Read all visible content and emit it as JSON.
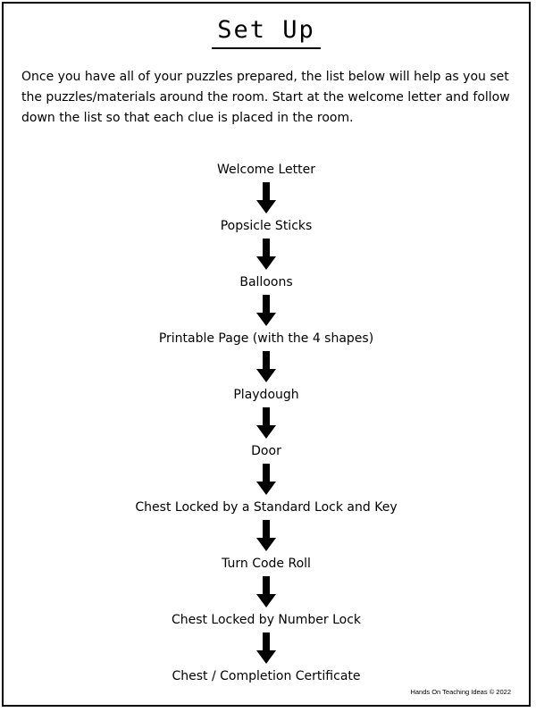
{
  "title": "Set Up",
  "intro": "Once you have all of your puzzles prepared, the list below will help as you set the puzzles/materials around the room.  Start at the welcome letter and follow down the list so that each clue is placed in the room.",
  "steps": [
    "Welcome Letter",
    "Popsicle Sticks",
    "Balloons",
    "Printable Page (with the 4 shapes)",
    "Playdough",
    "Door",
    "Chest Locked by a Standard Lock and Key",
    "Turn Code Roll",
    "Chest Locked by Number Lock",
    "Chest / Completion Certificate"
  ],
  "footer": "Hands On Teaching Ideas © 2022"
}
